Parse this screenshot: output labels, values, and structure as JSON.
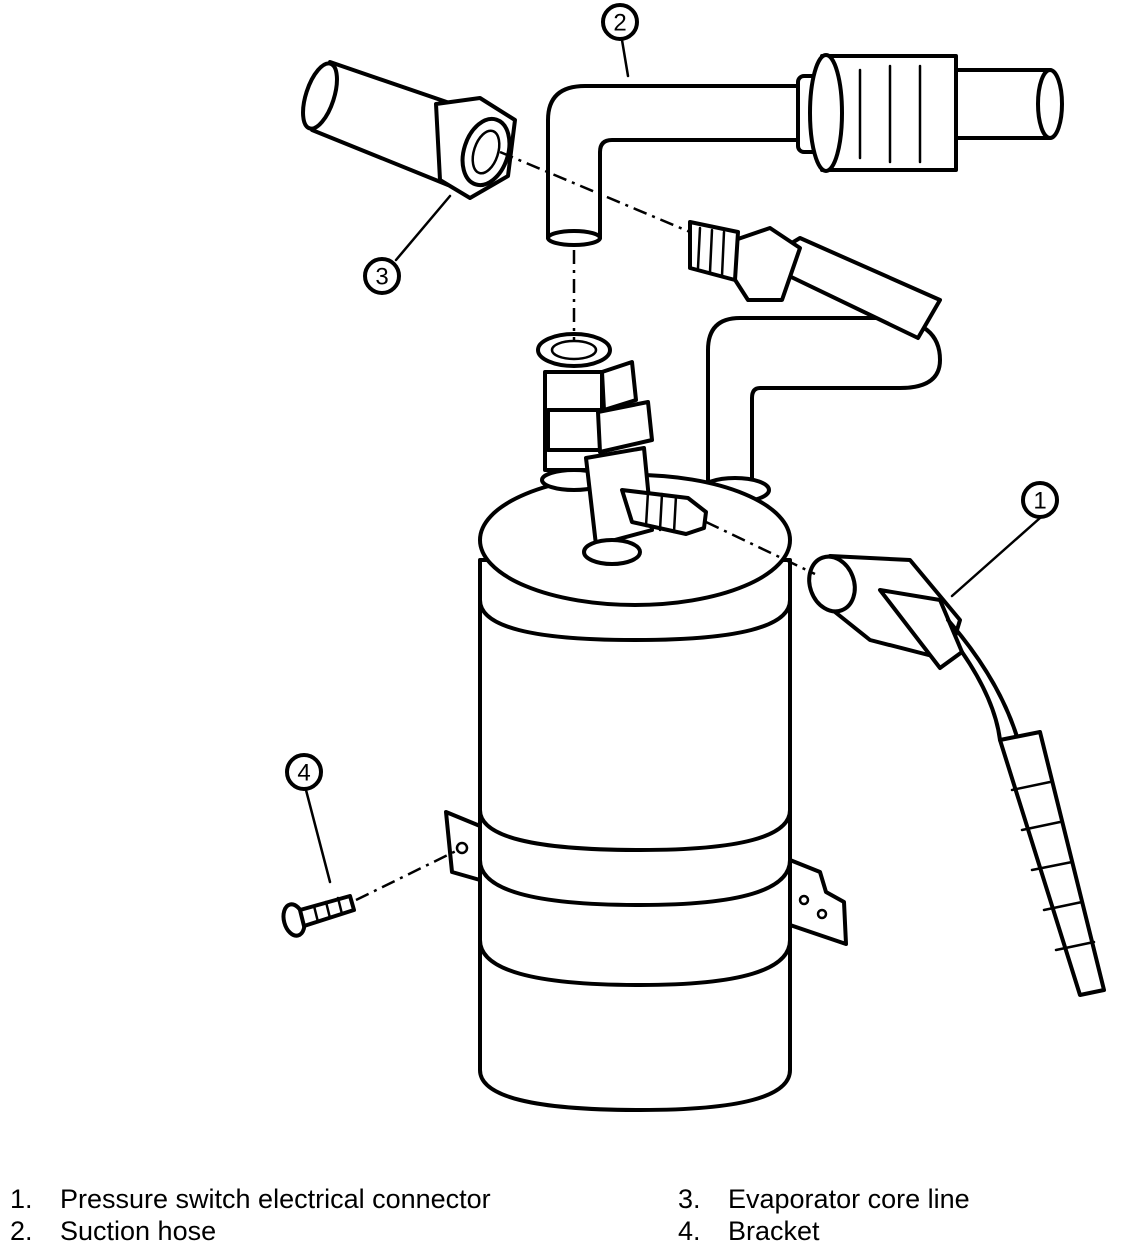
{
  "callouts": [
    {
      "number": "1"
    },
    {
      "number": "2"
    },
    {
      "number": "3"
    },
    {
      "number": "4"
    }
  ],
  "legend": [
    {
      "number": "1.",
      "label": "Pressure switch electrical connector"
    },
    {
      "number": "2.",
      "label": "Suction hose"
    },
    {
      "number": "3.",
      "label": "Evaporator core line"
    },
    {
      "number": "4.",
      "label": "Bracket"
    }
  ]
}
